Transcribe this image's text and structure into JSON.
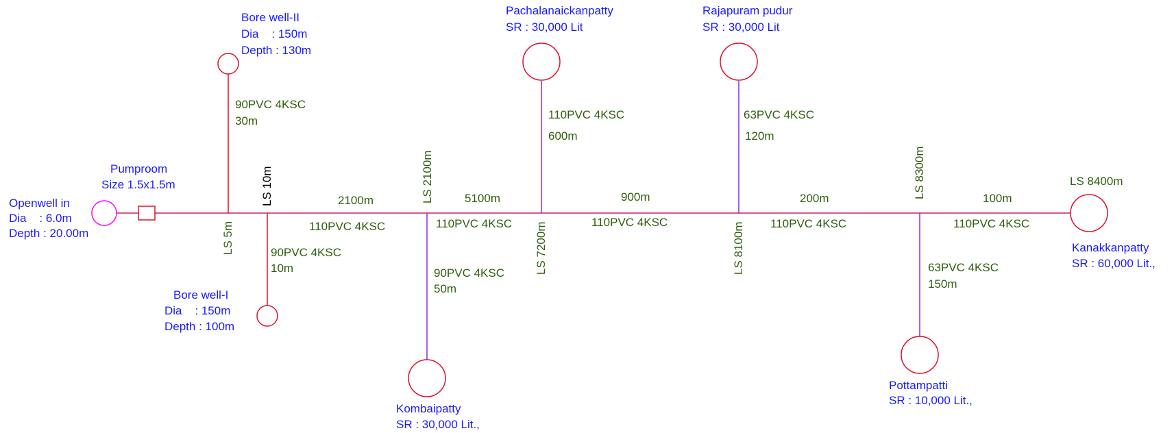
{
  "colors": {
    "main_line": "#c0206a",
    "bore_line": "#e0102a",
    "branch_line": "#8a2be2",
    "tank": "#e0102a",
    "openwell": "#ff00ff",
    "label_blue": "#1a1aff",
    "label_green": "#2e5e0e"
  },
  "openwell": {
    "title": "Openwell in",
    "dia": "Dia    : 6.0m",
    "depth": "Depth : 20.00m"
  },
  "pumproom": {
    "title": "Pumproom",
    "size": "Size 1.5x1.5m"
  },
  "borewell_2": {
    "title": "Bore well-II",
    "dia": "Dia    : 150m",
    "depth": "Depth : 130m",
    "pipe": "90PVC 4KSC",
    "length": "30m"
  },
  "borewell_1": {
    "title": "Bore well-I",
    "dia": "Dia    : 150m",
    "depth": "Depth : 100m",
    "pipe": "90PVC 4KSC",
    "length": "10m"
  },
  "chainage": {
    "ls5": "LS 5m",
    "ls10": "LS 10m",
    "ls2100": "LS 2100m",
    "ls7200": "LS 7200m",
    "ls8100": "LS 8100m",
    "ls8300": "LS 8300m",
    "ls8400": "LS 8400m"
  },
  "main_segments": [
    {
      "length": "2100m",
      "pipe": "110PVC 4KSC"
    },
    {
      "length": "5100m",
      "pipe": "110PVC 4KSC"
    },
    {
      "length": "900m",
      "pipe": "110PVC 4KSC"
    },
    {
      "length": "200m",
      "pipe": "110PVC 4KSC"
    },
    {
      "length": "100m",
      "pipe": "110PVC 4KSC"
    }
  ],
  "kombaipatty": {
    "name": "Kombaipatty",
    "capacity": "SR : 30,000 Lit.,",
    "pipe": "90PVC 4KSC",
    "length": "50m"
  },
  "pachalanaickanpatty": {
    "name": "Pachalanaickanpatty",
    "capacity": "SR : 30,000 Lit",
    "pipe": "110PVC 4KSC",
    "length": "600m"
  },
  "rajapuram": {
    "name": "Rajapuram pudur",
    "capacity": "SR : 30,000 Lit",
    "pipe": "63PVC 4KSC",
    "length": "120m"
  },
  "pottampatti": {
    "name": "Pottampatti",
    "capacity": "SR : 10,000 Lit.,",
    "pipe": "63PVC 4KSC",
    "length": "150m"
  },
  "kanakkanpatty": {
    "name": "Kanakkanpatty",
    "capacity": "SR : 60,000 Lit.,"
  }
}
